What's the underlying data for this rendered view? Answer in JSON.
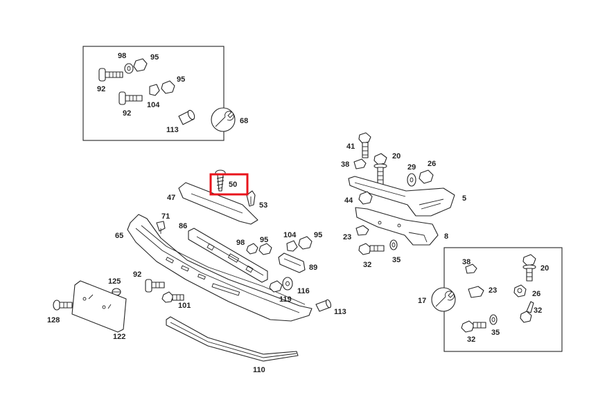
{
  "highlight_color": "#e8141c",
  "highlighted_part": "50",
  "labels": {
    "p98a": "98",
    "p95a": "95",
    "p92a": "92",
    "p95b": "95",
    "p92b": "92",
    "p104a": "104",
    "p113a": "113",
    "p68": "68",
    "p41": "41",
    "p20a": "20",
    "p38a": "38",
    "p29": "29",
    "p26a": "26",
    "p5": "5",
    "p44": "44",
    "p23a": "23",
    "p8": "8",
    "p32a": "32",
    "p35a": "35",
    "p50": "50",
    "p47": "47",
    "p53": "53",
    "p71": "71",
    "p86": "86",
    "p65": "65",
    "p104b": "104",
    "p95c": "95",
    "p98b": "98",
    "p95d": "95",
    "p89": "89",
    "p92c": "92",
    "p125": "125",
    "p101": "101",
    "p116": "116",
    "p119": "119",
    "p113b": "113",
    "p128": "128",
    "p122": "122",
    "p110": "110",
    "p38b": "38",
    "p20b": "20",
    "p23b": "23",
    "p17": "17",
    "p26b": "26",
    "p32b": "32",
    "p32c": "32",
    "p35b": "35"
  }
}
